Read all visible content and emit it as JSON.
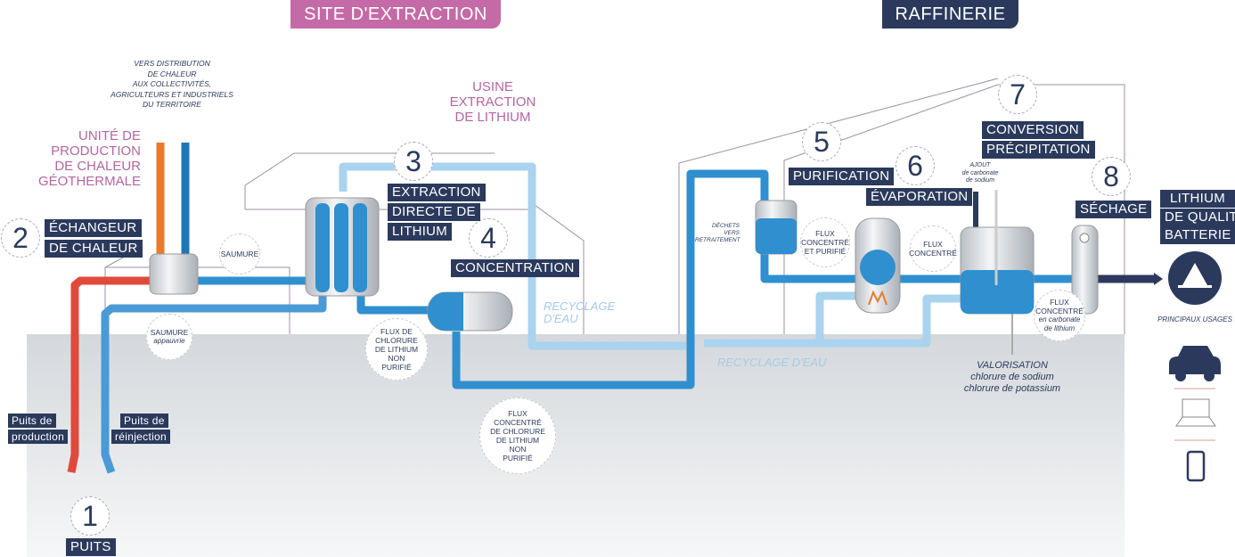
{
  "headers": {
    "extraction": "SITE D'EXTRACTION",
    "refinery": "RAFFINERIE"
  },
  "colors": {
    "navy": "#2b3a5c",
    "pink": "#c46aa6",
    "pipe_blue": "#2f8fcf",
    "recycle_blue": "#a9d3ee",
    "hot_red": "#e04a3a",
    "orange": "#e87a2f"
  },
  "steps": [
    {
      "number": "1",
      "lines": [
        "PUITS"
      ]
    },
    {
      "number": "2",
      "lines": [
        "ÉCHANGEUR",
        "DE CHALEUR"
      ]
    },
    {
      "number": "3",
      "lines": [
        "EXTRACTION",
        "DIRECTE DE",
        "LITHIUM"
      ]
    },
    {
      "number": "4",
      "lines": [
        "CONCENTRATION"
      ]
    },
    {
      "number": "5",
      "lines": [
        "PURIFICATION"
      ]
    },
    {
      "number": "6",
      "lines": [
        "ÉVAPORATION"
      ]
    },
    {
      "number": "7",
      "lines": [
        "CONVERSION",
        "PRÉCIPITATION"
      ]
    },
    {
      "number": "8",
      "lines": [
        "SÉCHAGE"
      ]
    }
  ],
  "wells": {
    "production": [
      "Puits de",
      "production"
    ],
    "reinjection": [
      "Puits de",
      "réinjection"
    ]
  },
  "heat_unit": [
    "UNITÉ DE",
    "PRODUCTION",
    "DE CHALEUR",
    "GÉOTHERMALE"
  ],
  "plant": [
    "USINE",
    "EXTRACTION",
    "DE LITHIUM"
  ],
  "distribution": [
    "VERS DISTRIBUTION",
    "DE CHALEUR",
    "AUX COLLECTIVITÉS,",
    "AGRICULTEURS ET INDUSTRIELS",
    "DU TERRITOIRE"
  ],
  "bubbles": {
    "saumure": [
      "SAUMURE"
    ],
    "saumure_appauvrie": [
      "SAUMURE",
      "appauvrie"
    ],
    "flux_non_purifie": [
      "FLUX DE",
      "CHLORURE",
      "DE LITHIUM",
      "NON",
      "PURIFIÉ"
    ],
    "flux_concentre_non_purifie": [
      "FLUX",
      "CONCENTRÉ",
      "DE CHLORURE",
      "DE LITHIUM",
      "NON",
      "PURIFIÉ"
    ],
    "flux_purifie": [
      "FLUX",
      "CONCENTRÉ",
      "ET PURIFIÉ"
    ],
    "flux_concentre": [
      "FLUX",
      "CONCENTRÉ"
    ],
    "flux_carbonate": [
      "FLUX",
      "CONCENTRÉ",
      "en carbonate",
      "de lithium"
    ]
  },
  "recycling": {
    "upper": [
      "RECYCLAGE",
      "D'EAU"
    ],
    "lower": "RECYCLAGE D'EAU"
  },
  "waste": [
    "DÉCHETS",
    "VERS",
    "RETRAITEMENT"
  ],
  "additive": [
    "AJOUT",
    "de carbonate",
    "de sodium"
  ],
  "valorisation": [
    "VALORISATION",
    "chlorure de sodium",
    "chlorure de potassium"
  ],
  "product": [
    "LITHIUM",
    "DE QUALITÉ",
    "BATTERIE"
  ],
  "uses": {
    "title": "PRINCIPAUX USAGES",
    "icons": [
      "electric-car-icon",
      "laptop-icon",
      "smartphone-icon"
    ]
  }
}
